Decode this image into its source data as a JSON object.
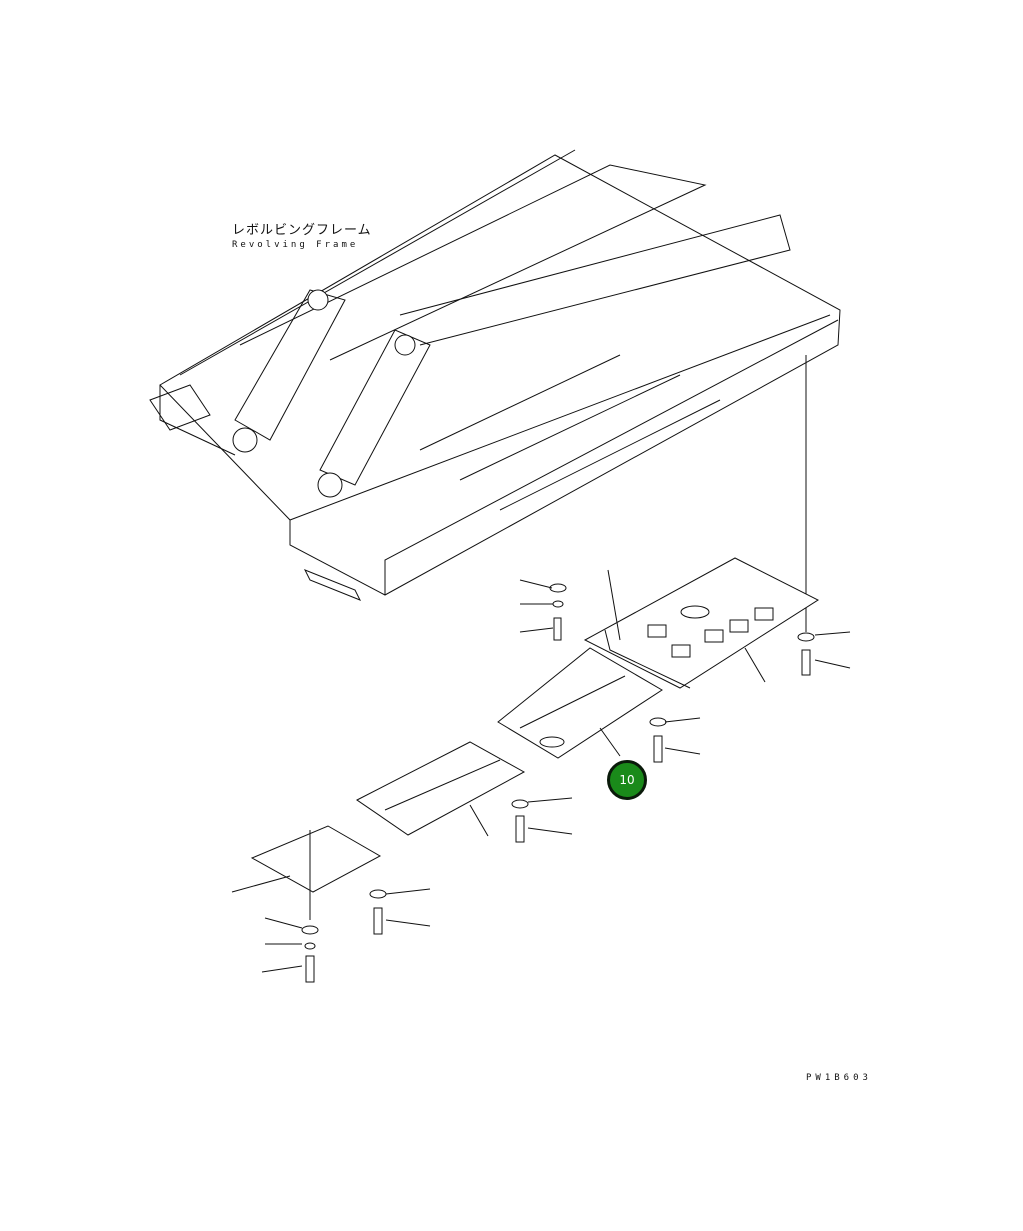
{
  "title": {
    "japanese": "レボルビングフレーム",
    "english": "Revolving Frame"
  },
  "callout": {
    "label": "10",
    "color": "#1a8a1a"
  },
  "drawing_code": "PW1B603"
}
